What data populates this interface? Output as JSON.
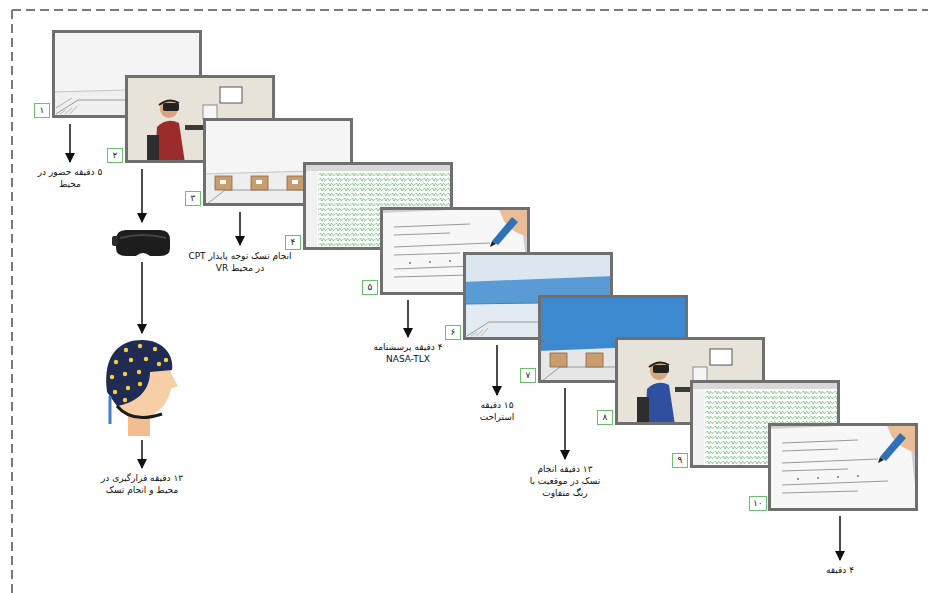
{
  "diagram": {
    "nodes": [
      {
        "text": [
          "۱"
        ]
      },
      {
        "text": [
          "۲"
        ]
      },
      {
        "text": [
          "۳"
        ]
      },
      {
        "text": [
          "۴"
        ]
      },
      {
        "text": [
          "۵"
        ]
      },
      {
        "text": [
          "۶"
        ]
      },
      {
        "text": [
          "۷"
        ]
      },
      {
        "text": [
          "۸"
        ]
      },
      {
        "text": [
          "۹"
        ]
      },
      {
        "text": [
          "۱۰"
        ]
      }
    ],
    "labels": [
      "۵ دقیقه حضور در محیط",
      "۱۳ دقیقه قرارگیری در محیط و انجام تسک",
      "انجام تسک توجه پایدار CPT در محیط VR",
      "۴ دقیقه پرسشنامه NASA-TLX",
      "۱۵ دقیقه استراحت",
      "۱۳ دقیقه انجام تسک در موقعیت با رنگ متفاوت",
      "۴ دقیقه"
    ]
  }
}
